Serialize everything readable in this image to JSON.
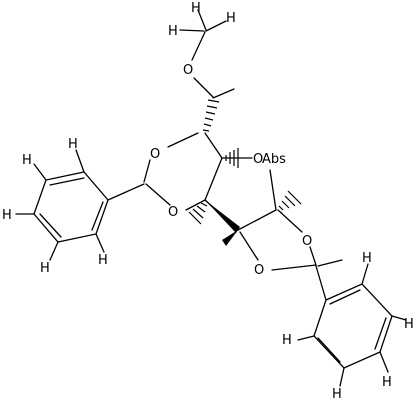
{
  "structure": {
    "atoms": {
      "h_top_1": "H",
      "h_top_2": "H",
      "h_top_3": "H",
      "o_methoxy": "O",
      "o_ring_top": "O",
      "o_ring_bottom": "O",
      "o_furan": "O",
      "abs_label": "Abs",
      "o_dioxolane_right": "O",
      "o_dioxolane_bottom": "O",
      "h_left_1": "H",
      "h_left_2": "H",
      "h_left_3": "H",
      "h_left_4": "H",
      "h_left_5": "H",
      "h_right_1": "H",
      "h_right_2": "H",
      "h_right_3": "H",
      "h_right_4": "H",
      "h_right_5": "H"
    }
  }
}
